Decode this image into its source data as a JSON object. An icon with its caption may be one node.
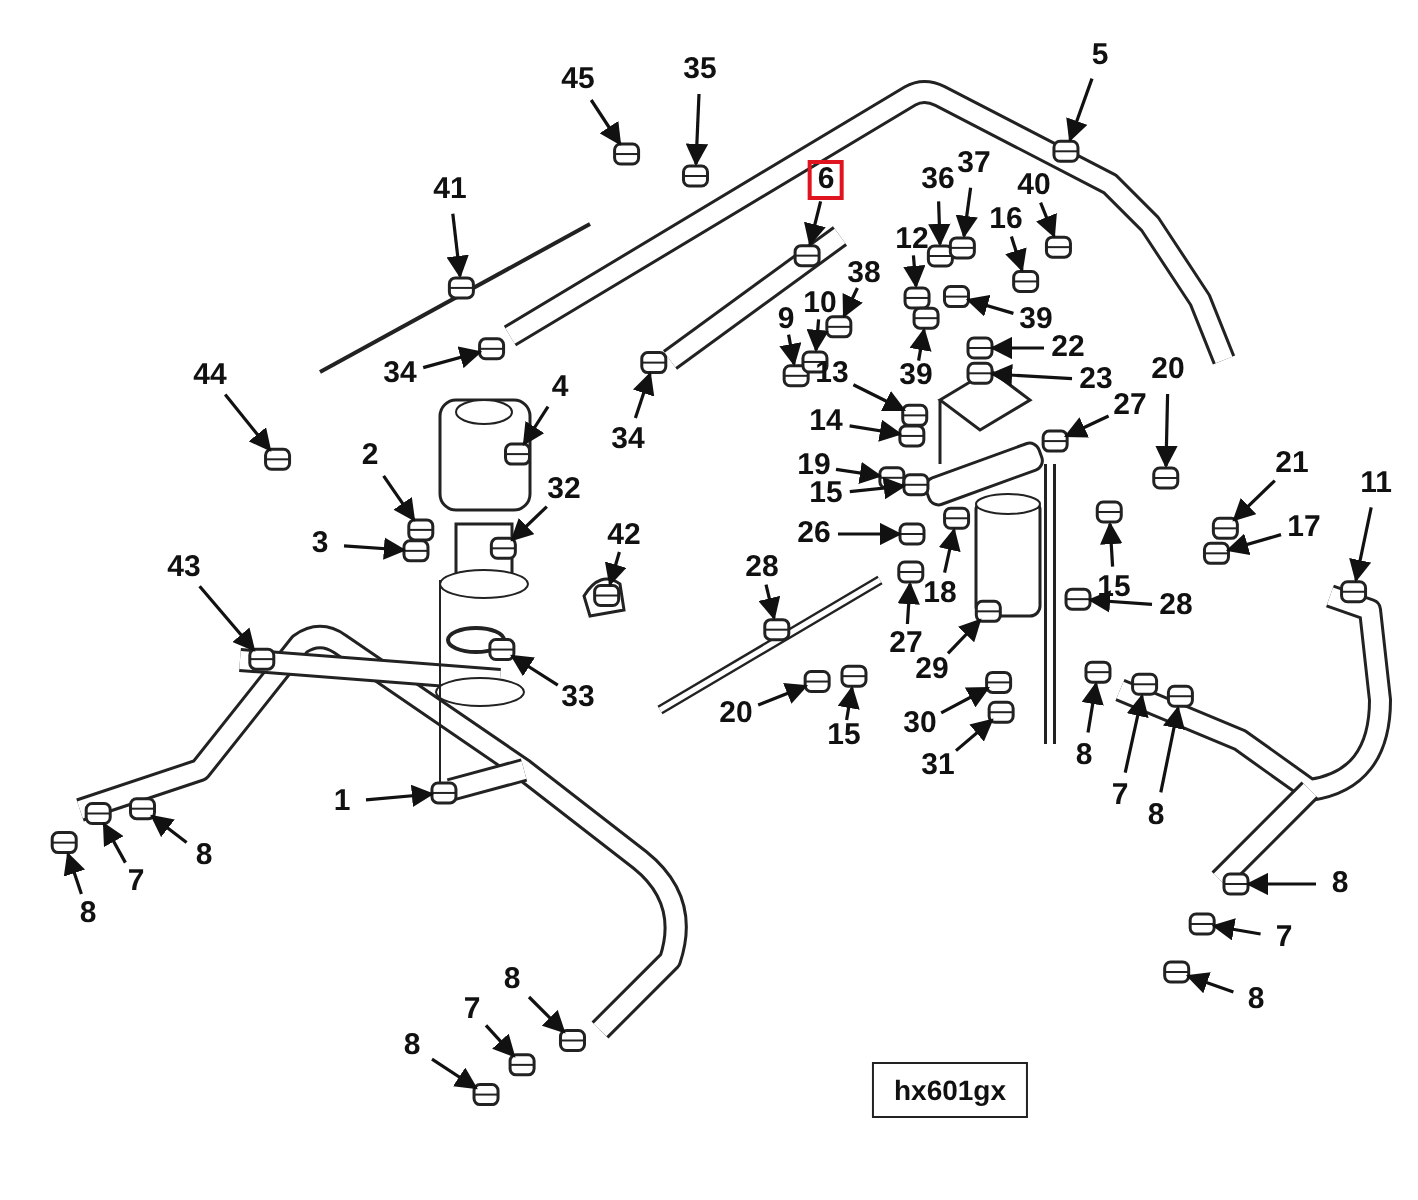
{
  "diagram": {
    "nodes": [
      {
        "text": [
          "45"
        ]
      },
      {
        "text": [
          "35"
        ]
      },
      {
        "text": [
          "5"
        ]
      },
      {
        "text": [
          "6"
        ]
      },
      {
        "text": [
          "41"
        ]
      },
      {
        "text": [
          "36"
        ]
      },
      {
        "text": [
          "37"
        ]
      },
      {
        "text": [
          "40"
        ]
      },
      {
        "text": [
          "12"
        ]
      },
      {
        "text": [
          "16"
        ]
      },
      {
        "text": [
          "38"
        ]
      },
      {
        "text": [
          "9"
        ]
      },
      {
        "text": [
          "10"
        ]
      },
      {
        "text": [
          "39"
        ]
      },
      {
        "text": [
          "39"
        ]
      },
      {
        "text": [
          "13"
        ]
      },
      {
        "text": [
          "22"
        ]
      },
      {
        "text": [
          "23"
        ]
      },
      {
        "text": [
          "20"
        ]
      },
      {
        "text": [
          "34"
        ]
      },
      {
        "text": [
          "34"
        ]
      },
      {
        "text": [
          "44"
        ]
      },
      {
        "text": [
          "4"
        ]
      },
      {
        "text": [
          "14"
        ]
      },
      {
        "text": [
          "27"
        ]
      },
      {
        "text": [
          "2"
        ]
      },
      {
        "text": [
          "19"
        ]
      },
      {
        "text": [
          "15"
        ]
      },
      {
        "text": [
          "32"
        ]
      },
      {
        "text": [
          "21"
        ]
      },
      {
        "text": [
          "26"
        ]
      },
      {
        "text": [
          "42"
        ]
      },
      {
        "text": [
          "3"
        ]
      },
      {
        "text": [
          "17"
        ]
      },
      {
        "text": [
          "18"
        ]
      },
      {
        "text": [
          "15"
        ]
      },
      {
        "text": [
          "11"
        ]
      },
      {
        "text": [
          "43"
        ]
      },
      {
        "text": [
          "28"
        ]
      },
      {
        "text": [
          "28"
        ]
      },
      {
        "text": [
          "27"
        ]
      },
      {
        "text": [
          "33"
        ]
      },
      {
        "text": [
          "29"
        ]
      },
      {
        "text": [
          "20"
        ]
      },
      {
        "text": [
          "15"
        ]
      },
      {
        "text": [
          "30"
        ]
      },
      {
        "text": [
          "31"
        ]
      },
      {
        "text": [
          "8"
        ]
      },
      {
        "text": [
          "7"
        ]
      },
      {
        "text": [
          "8"
        ]
      },
      {
        "text": [
          "1"
        ]
      },
      {
        "text": [
          "8"
        ]
      },
      {
        "text": [
          "7"
        ]
      },
      {
        "text": [
          "8"
        ]
      },
      {
        "text": [
          "8"
        ]
      },
      {
        "text": [
          "7"
        ]
      },
      {
        "text": [
          "8"
        ]
      },
      {
        "text": [
          "7"
        ]
      },
      {
        "text": [
          "8"
        ]
      },
      {
        "text": [
          "8"
        ]
      },
      {
        "text": [
          "hx601gx"
        ]
      },
      {
        "text": [],
        "shape": "picture"
      },
      {
        "text": [],
        "shape": "picture"
      },
      {
        "text": [],
        "shape": "picture"
      },
      {
        "text": [],
        "shape": "picture"
      },
      {
        "text": [],
        "shape": "picture"
      },
      {
        "text": [],
        "shape": "picture"
      },
      {
        "text": [],
        "shape": "picture"
      },
      {
        "text": [],
        "shape": "picture"
      },
      {
        "text": [],
        "shape": "picture"
      },
      {
        "text": [],
        "shape": "picture"
      },
      {
        "text": [],
        "shape": "picture"
      },
      {
        "text": [],
        "shape": "picture"
      },
      {
        "text": [],
        "shape": "picture"
      },
      {
        "text": [],
        "shape": "picture"
      },
      {
        "text": [],
        "shape": "picture"
      },
      {
        "text": [],
        "shape": "picture"
      },
      {
        "text": [],
        "shape": "picture"
      },
      {
        "text": [],
        "shape": "picture"
      },
      {
        "text": [],
        "shape": "picture"
      },
      {
        "text": [],
        "shape": "picture"
      },
      {
        "text": [],
        "shape": "picture"
      },
      {
        "text": [],
        "shape": "picture"
      },
      {
        "text": [],
        "shape": "picture"
      },
      {
        "text": [],
        "shape": "picture"
      },
      {
        "text": [],
        "shape": "picture"
      },
      {
        "text": [],
        "shape": "picture"
      },
      {
        "text": [],
        "shape": "picture"
      },
      {
        "text": [],
        "shape": "picture"
      },
      {
        "text": [],
        "shape": "picture"
      },
      {
        "text": [],
        "shape": "picture"
      },
      {
        "text": [],
        "shape": "picture"
      },
      {
        "text": [],
        "shape": "picture"
      },
      {
        "text": [],
        "shape": "picture"
      },
      {
        "text": [],
        "shape": "picture"
      },
      {
        "text": [],
        "shape": "picture"
      },
      {
        "text": [],
        "shape": "picture"
      },
      {
        "text": [],
        "shape": "picture"
      },
      {
        "text": [],
        "shape": "picture"
      },
      {
        "text": [],
        "shape": "picture"
      },
      {
        "text": [],
        "shape": "picture"
      },
      {
        "text": [],
        "shape": "picture"
      },
      {
        "text": [],
        "shape": "picture"
      },
      {
        "text": [],
        "shape": "picture"
      },
      {
        "text": [],
        "shape": "picture"
      },
      {
        "text": [],
        "shape": "picture"
      },
      {
        "text": [],
        "shape": "picture"
      },
      {
        "text": [],
        "shape": "picture"
      },
      {
        "text": [],
        "shape": "picture"
      },
      {
        "text": [],
        "shape": "picture"
      },
      {
        "text": [],
        "shape": "picture"
      },
      {
        "text": [],
        "shape": "picture"
      },
      {
        "text": [],
        "shape": "picture"
      },
      {
        "text": [],
        "shape": "picture"
      },
      {
        "text": [],
        "shape": "picture"
      },
      {
        "text": [],
        "shape": "picture"
      },
      {
        "text": [],
        "shape": "picture"
      },
      {
        "text": [],
        "shape": "picture"
      },
      {
        "text": [],
        "shape": "picture"
      },
      {
        "text": [],
        "shape": "picture"
      },
      {
        "text": [],
        "shape": "picture"
      }
    ],
    "edges": [
      {
        "from": 0,
        "to": 61,
        "arrow": "to"
      },
      {
        "from": 1,
        "to": 62,
        "arrow": "to"
      },
      {
        "from": 2,
        "to": 63,
        "arrow": "to"
      },
      {
        "from": 3,
        "to": 64,
        "arrow": "to"
      },
      {
        "from": 4,
        "to": 65,
        "arrow": "to"
      },
      {
        "from": 5,
        "to": 66,
        "arrow": "to"
      },
      {
        "from": 6,
        "to": 67,
        "arrow": "to"
      },
      {
        "from": 7,
        "to": 68,
        "arrow": "to"
      },
      {
        "from": 8,
        "to": 69,
        "arrow": "to"
      },
      {
        "from": 9,
        "to": 70,
        "arrow": "to"
      },
      {
        "from": 10,
        "to": 71,
        "arrow": "to"
      },
      {
        "from": 11,
        "to": 72,
        "arrow": "to"
      },
      {
        "from": 12,
        "to": 73,
        "arrow": "to"
      },
      {
        "from": 13,
        "to": 74,
        "arrow": "to"
      },
      {
        "from": 14,
        "to": 75,
        "arrow": "to"
      },
      {
        "from": 15,
        "to": 76,
        "arrow": "to"
      },
      {
        "from": 16,
        "to": 77,
        "arrow": "to"
      },
      {
        "from": 17,
        "to": 78,
        "arrow": "to"
      },
      {
        "from": 18,
        "to": 79,
        "arrow": "to"
      },
      {
        "from": 19,
        "to": 80,
        "arrow": "to"
      },
      {
        "from": 20,
        "to": 81,
        "arrow": "to"
      },
      {
        "from": 21,
        "to": 82,
        "arrow": "to"
      },
      {
        "from": 22,
        "to": 83,
        "arrow": "to"
      },
      {
        "from": 23,
        "to": 84,
        "arrow": "to"
      },
      {
        "from": 24,
        "to": 85,
        "arrow": "to"
      },
      {
        "from": 25,
        "to": 86,
        "arrow": "to"
      },
      {
        "from": 26,
        "to": 87,
        "arrow": "to"
      },
      {
        "from": 27,
        "to": 88,
        "arrow": "to"
      },
      {
        "from": 28,
        "to": 89,
        "arrow": "to"
      },
      {
        "from": 29,
        "to": 90,
        "arrow": "to"
      },
      {
        "from": 30,
        "to": 91,
        "arrow": "to"
      },
      {
        "from": 31,
        "to": 92,
        "arrow": "to"
      },
      {
        "from": 32,
        "to": 93,
        "arrow": "to"
      },
      {
        "from": 33,
        "to": 94,
        "arrow": "to"
      },
      {
        "from": 34,
        "to": 95,
        "arrow": "to"
      },
      {
        "from": 35,
        "to": 96,
        "arrow": "to"
      },
      {
        "from": 36,
        "to": 97,
        "arrow": "to"
      },
      {
        "from": 37,
        "to": 98,
        "arrow": "to"
      },
      {
        "from": 38,
        "to": 99,
        "arrow": "to"
      },
      {
        "from": 39,
        "to": 100,
        "arrow": "to"
      },
      {
        "from": 40,
        "to": 101,
        "arrow": "to"
      },
      {
        "from": 41,
        "to": 102,
        "arrow": "to"
      },
      {
        "from": 42,
        "to": 103,
        "arrow": "to"
      },
      {
        "from": 43,
        "to": 104,
        "arrow": "to"
      },
      {
        "from": 44,
        "to": 105,
        "arrow": "to"
      },
      {
        "from": 45,
        "to": 106,
        "arrow": "to"
      },
      {
        "from": 46,
        "to": 107,
        "arrow": "to"
      },
      {
        "from": 47,
        "to": 108,
        "arrow": "to"
      },
      {
        "from": 48,
        "to": 109,
        "arrow": "to"
      },
      {
        "from": 49,
        "to": 110,
        "arrow": "to"
      },
      {
        "from": 50,
        "to": 111,
        "arrow": "to"
      },
      {
        "from": 51,
        "to": 112,
        "arrow": "to"
      },
      {
        "from": 52,
        "to": 113,
        "arrow": "to"
      },
      {
        "from": 53,
        "to": 114,
        "arrow": "to"
      },
      {
        "from": 54,
        "to": 115,
        "arrow": "to"
      },
      {
        "from": 55,
        "to": 116,
        "arrow": "to"
      },
      {
        "from": 56,
        "to": 117,
        "arrow": "to"
      },
      {
        "from": 57,
        "to": 118,
        "arrow": "to"
      },
      {
        "from": 58,
        "to": 119,
        "arrow": "to"
      },
      {
        "from": 59,
        "to": 120,
        "arrow": "to"
      }
    ]
  }
}
